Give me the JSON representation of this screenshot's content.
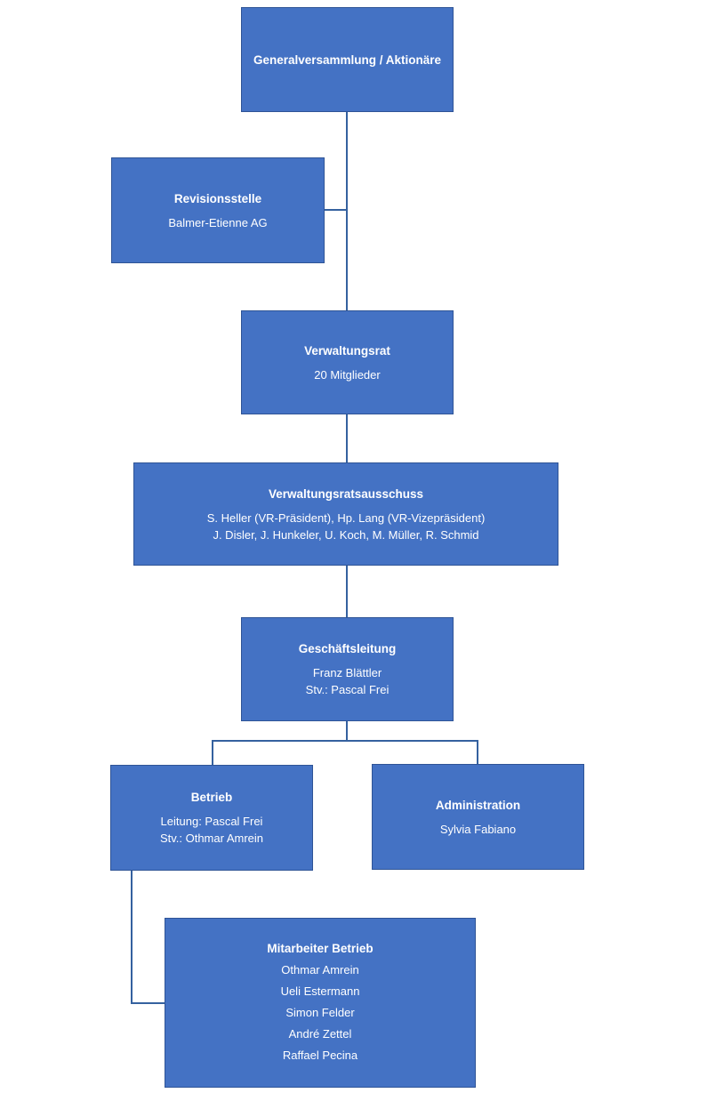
{
  "diagram": {
    "type": "org-chart",
    "language": "de",
    "colors": {
      "box_fill": "#4472C4",
      "box_border": "#2F5496",
      "connector": "#35619F",
      "text": "#FFFFFF",
      "background": "#FFFFFF"
    },
    "nodes": [
      {
        "id": "generalversammlung",
        "title": "Generalversammlung / Aktionäre",
        "body_lines": []
      },
      {
        "id": "revisionsstelle",
        "title": "Revisionsstelle",
        "body_lines": [
          "Balmer-Etienne AG"
        ]
      },
      {
        "id": "verwaltungsrat",
        "title": "Verwaltungsrat",
        "body_lines": [
          "20 Mitglieder"
        ]
      },
      {
        "id": "verwaltungsratsausschuss",
        "title": "Verwaltungsratsausschuss",
        "body_lines": [
          "S. Heller (VR-Präsident), Hp. Lang (VR-Vizepräsident)",
          "J. Disler, J. Hunkeler, U. Koch, M. Müller, R. Schmid"
        ]
      },
      {
        "id": "geschaeftsleitung",
        "title": "Geschäftsleitung",
        "body_lines": [
          "Franz Blättler",
          "Stv.: Pascal Frei"
        ]
      },
      {
        "id": "betrieb",
        "title": "Betrieb",
        "body_lines": [
          "Leitung: Pascal Frei",
          "Stv.: Othmar Amrein"
        ]
      },
      {
        "id": "administration",
        "title": "Administration",
        "body_lines": [
          "Sylvia Fabiano"
        ]
      },
      {
        "id": "mitarbeiter_betrieb",
        "title": "Mitarbeiter Betrieb",
        "body_lines": [
          "Othmar Amrein",
          "Ueli Estermann",
          "Simon Felder",
          "André Zettel",
          "Raffael Pecina"
        ]
      }
    ],
    "edges": [
      "generalversammlung -> verwaltungsrat",
      "revisionsstelle - spine (side link)",
      "verwaltungsrat -> verwaltungsratsausschuss",
      "verwaltungsratsausschuss -> geschaeftsleitung",
      "geschaeftsleitung -> betrieb",
      "geschaeftsleitung -> administration",
      "betrieb -> mitarbeiter_betrieb"
    ]
  }
}
